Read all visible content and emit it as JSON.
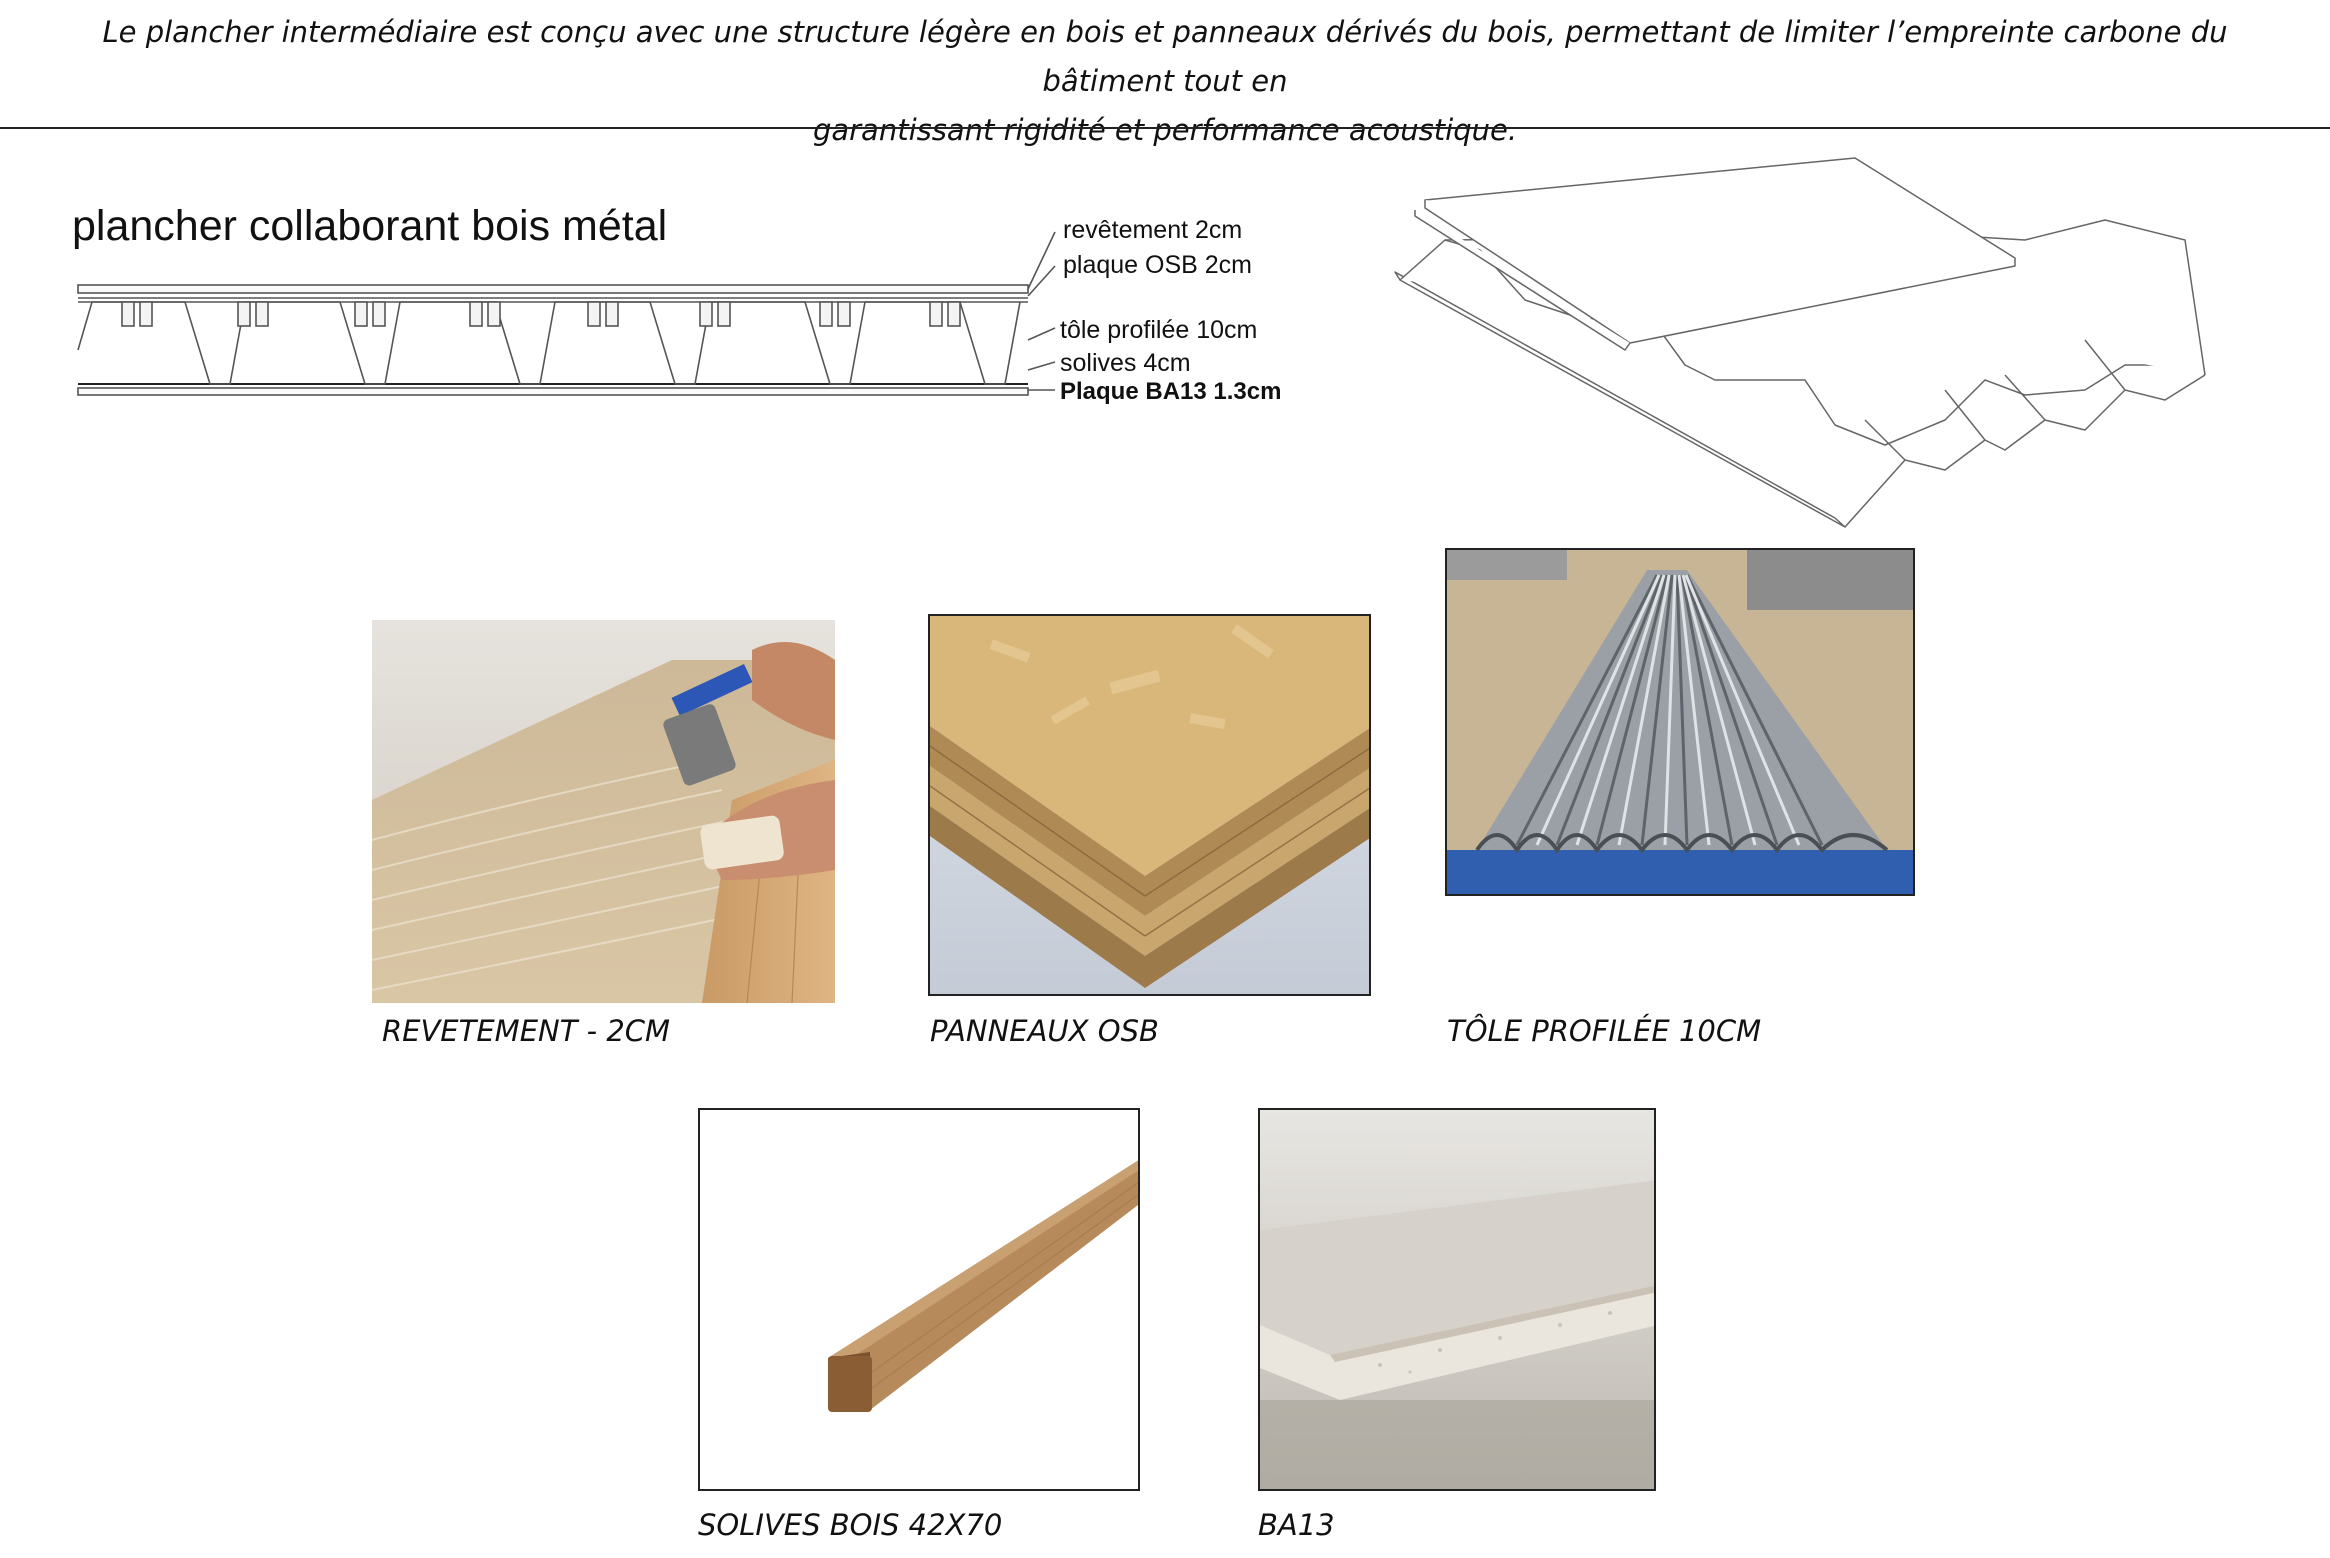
{
  "intro": {
    "line1": "Le plancher intermédiaire est conçu avec une structure légère en bois et panneaux dérivés du bois, permettant de limiter l’empreinte carbone du bâtiment tout en",
    "line2": "garantissant rigidité et performance acoustique."
  },
  "section": {
    "title": "plancher collaborant bois métal",
    "layers": [
      "revêtement 2cm",
      "plaque OSB 2cm",
      "tôle profilée 10cm",
      "solives 4cm",
      "Plaque BA13 1.3cm"
    ]
  },
  "photos": [
    {
      "caption": "REVETEMENT - 2CM"
    },
    {
      "caption": "PANNEAUX OSB"
    },
    {
      "caption": "TÔLE PROFILÉE 10CM"
    },
    {
      "caption": "SOLIVES BOIS 42X70"
    },
    {
      "caption": "BA13"
    }
  ]
}
